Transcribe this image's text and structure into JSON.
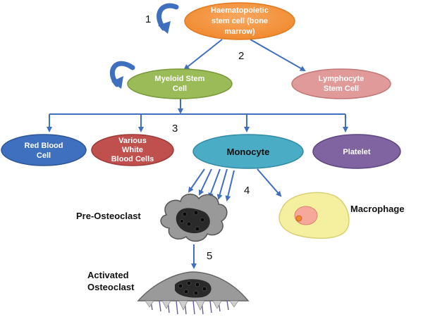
{
  "colors": {
    "arrow": "#3f6fbf",
    "stem_cell": "#f79646",
    "myeloid": "#9bbb59",
    "lymphocyte": "#e09a9a",
    "red_blood": "#3f6fbf",
    "white_blood": "#c0504d",
    "monocyte": "#4bacc6",
    "platelet": "#8064a2",
    "macrophage_cell": "#f4f0a0",
    "macrophage_nucleus": "#f6a99a",
    "osteoclast_body": "#8c8c8c",
    "osteoclast_nuclei": "#1f1f1f"
  },
  "nodes": {
    "stem_cell": [
      "Haematopoietic",
      "stem cell (bone",
      "marrow)"
    ],
    "myeloid": [
      "Myeloid Stem",
      "Cell"
    ],
    "lymphocyte": [
      "Lymphocyte",
      "Stem Cell"
    ],
    "red_blood": [
      "Red Blood",
      "Cell"
    ],
    "white_blood": [
      "Various",
      "White",
      "Blood Cells"
    ],
    "monocyte": "Monocyte",
    "platelet": "Platelet"
  },
  "labels": {
    "pre_osteoclast": "Pre-Osteoclast",
    "macrophage": "Macrophage",
    "activated_osteoclast": [
      "Activated",
      "Osteoclast"
    ]
  },
  "steps": [
    "1",
    "2",
    "3",
    "4",
    "5"
  ],
  "icons": {
    "self_renew": "curved-arrow-icon"
  }
}
